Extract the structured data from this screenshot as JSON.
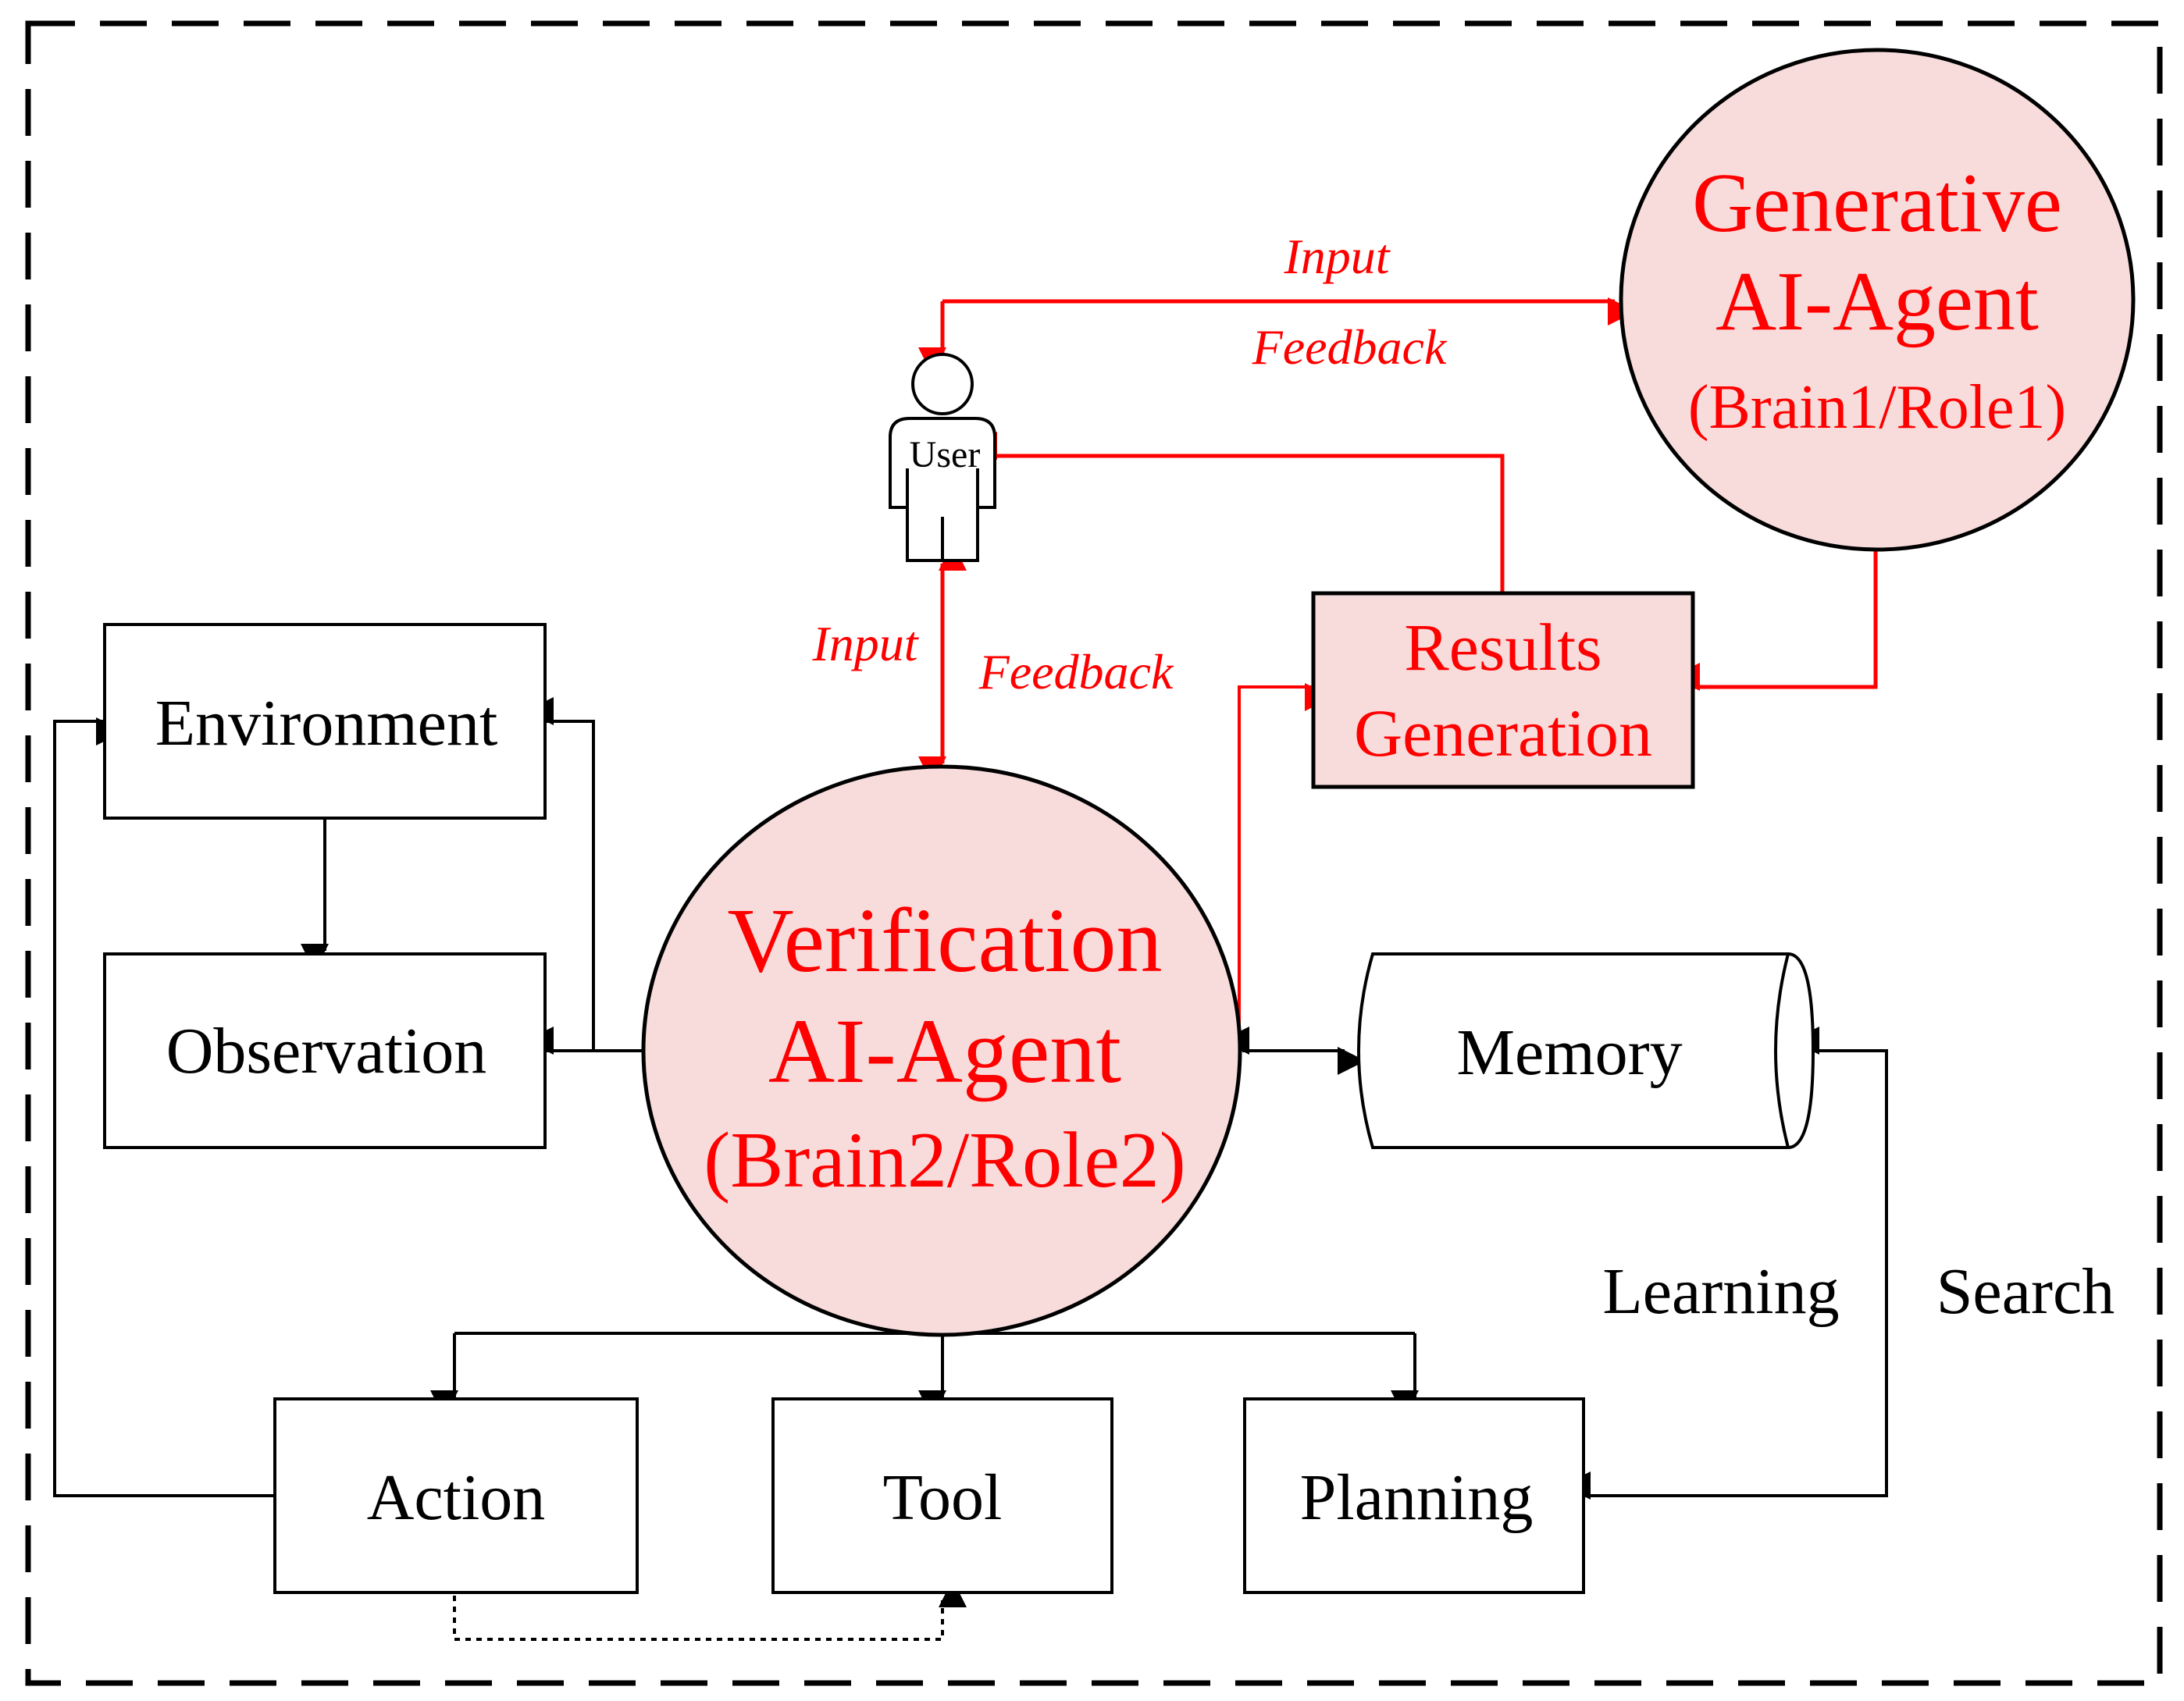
{
  "colors": {
    "accent_red": "#ff0000",
    "agent_fill": "#f8dcdc",
    "line_black": "#000000"
  },
  "user": {
    "label": "User",
    "icon": "person-icon"
  },
  "generative_agent": {
    "line1": "Generative",
    "line2": "AI-Agent",
    "line3": "(Brain1/Role1)"
  },
  "verification_agent": {
    "line1": "Verification",
    "line2": "AI-Agent",
    "line3": "(Brain2/Role2)"
  },
  "results_generation": {
    "line1": "Results",
    "line2": "Generation"
  },
  "boxes": {
    "environment": "Environment",
    "observation": "Observation",
    "memory": "Memory",
    "action": "Action",
    "tool": "Tool",
    "planning": "Planning"
  },
  "labels": {
    "top_input": "Input",
    "top_feedback": "Feedback",
    "mid_input": "Input",
    "mid_feedback": "Feedback",
    "learning": "Learning",
    "search": "Search"
  }
}
